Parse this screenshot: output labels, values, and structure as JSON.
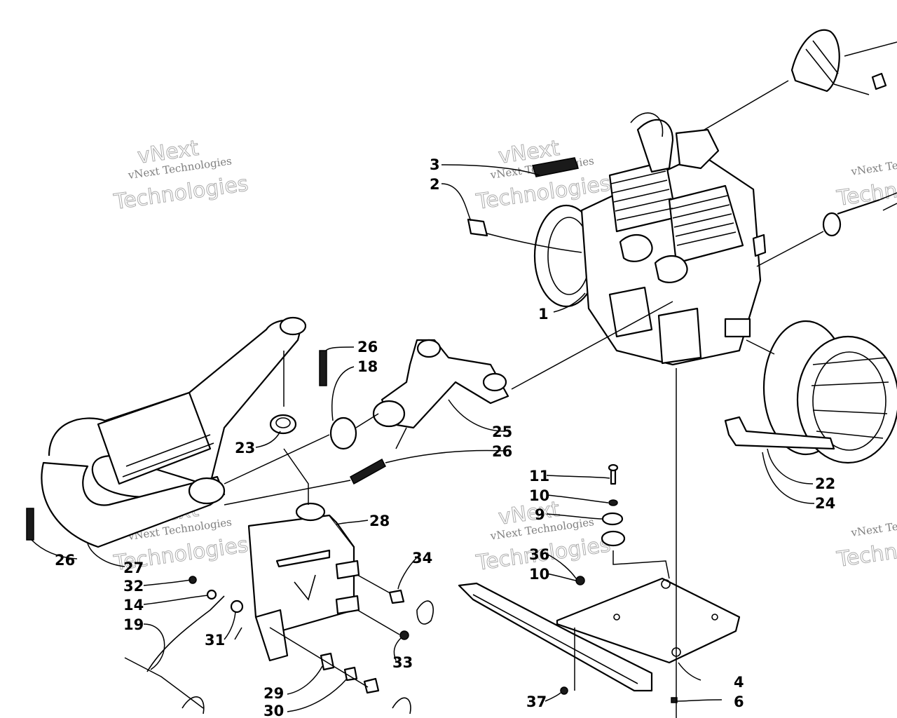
{
  "watermark": {
    "brand_small": "vNext Technologies",
    "brand_large": "Technologies",
    "brand_top": "vNext"
  },
  "callouts": {
    "c1": "1",
    "c2": "2",
    "c3": "3",
    "c4": "4",
    "c6": "6",
    "c9": "9",
    "c10a": "10",
    "c10b": "10",
    "c11": "11",
    "c14": "14",
    "c18": "18",
    "c19": "19",
    "c22": "22",
    "c23": "23",
    "c24": "24",
    "c25": "25",
    "c26a": "26",
    "c26b": "26",
    "c26c": "26",
    "c27": "27",
    "c28": "28",
    "c29": "29",
    "c30": "30",
    "c31": "31",
    "c32": "32",
    "c33": "33",
    "c34": "34",
    "c36": "36",
    "c37": "37"
  },
  "colors": {
    "ink": "#000000",
    "paper": "#ffffff"
  }
}
